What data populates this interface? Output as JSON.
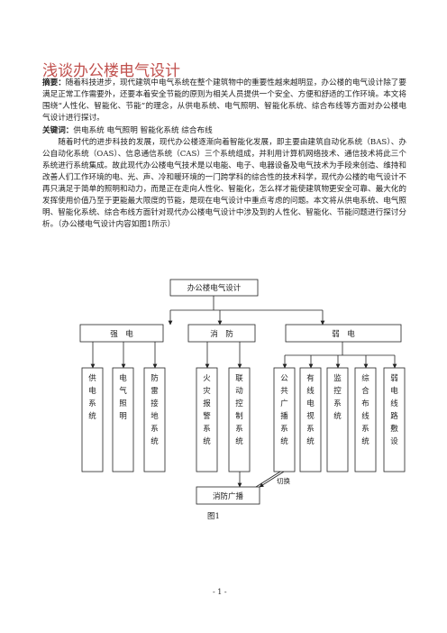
{
  "title": "浅谈办公楼电气设计",
  "abstract": {
    "label": "摘要：",
    "text": "随着科技进步，现代建筑中电气系统在整个建筑物中的重要性越来越明显，办公楼的电气设计除了要满足正常工作需要外，还要本着安全节能的原则为相关人员提供一个安全、方便和舒适的工作环境。本文将围绕“人性化、智能化、节能”的理念，从供电系统、电气照明、智能化系统、综合布线等方面对办公楼电气设计进行探讨。"
  },
  "keywords": {
    "label": "关键词：",
    "text": "供电系统 电气照明 智能化系统 综合布线"
  },
  "body": "随着时代的进步科技的发展，现代办公楼逐渐向着智能化发展，即主要由建筑自动化系统（BAS）、办公自动化系统（OAS）、信息通信系统（CAS）三个系统组成，并利用计算机网络技术、通信技术将此三个系统进行系统集成。故此现代办公楼电气技术是以电能、电子、电器设备及电气技术为手段来创造、维持和改善人们工作环境的电、光、声、冷和暖环境的一门跨学科的综合性的技术科学，现代办公楼的电气设计不再只满足于简单的照明和动力，而是正在走向人性化、智能化，怎么样才能使建筑物更安全可靠、最大化的发挥使用价值乃至于更能最大限度的节能，是现在电气设计中重点考虑的问题。本文将从供电系统、电气照明、智能化系统、综合布线方面针对现代办公楼电气设计中涉及到的人性化、智能化、节能问题进行探讨分析。（办公楼电气设计内容如图1所示）",
  "diagram": {
    "root": "办公楼电气设计",
    "groups": [
      "强　电",
      "消　防",
      "弱　电"
    ],
    "leaves": [
      "供电系统",
      "电气照明",
      "防雷接地系统",
      "火灾报警系统",
      "联动控制系统",
      "公共广播系统",
      "有线电视系统",
      "监控系统",
      "综合布线系统",
      "弱电线路敷设"
    ],
    "switch_label": "切换",
    "bottom_node": "消防广播",
    "caption": "图1"
  },
  "page_number": "- 1 -"
}
